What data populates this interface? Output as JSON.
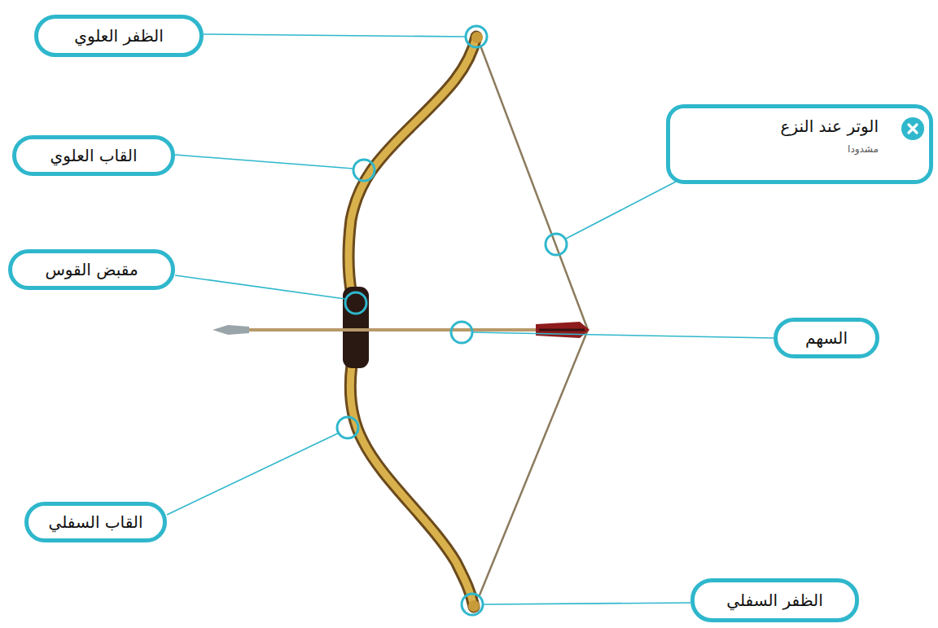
{
  "diagram": {
    "nodes": [
      {
        "text": [
          "الظفر العلوي"
        ]
      },
      {
        "text": [
          "الوتر عند النزع",
          "مشدودا"
        ]
      },
      {
        "text": [
          "القاب العلوي"
        ]
      },
      {
        "text": [
          "مقبض القوس"
        ]
      },
      {
        "text": [
          "السهم"
        ]
      },
      {
        "text": [
          "القاب السفلي"
        ]
      },
      {
        "text": [
          "الظفر السفلي"
        ]
      }
    ]
  }
}
